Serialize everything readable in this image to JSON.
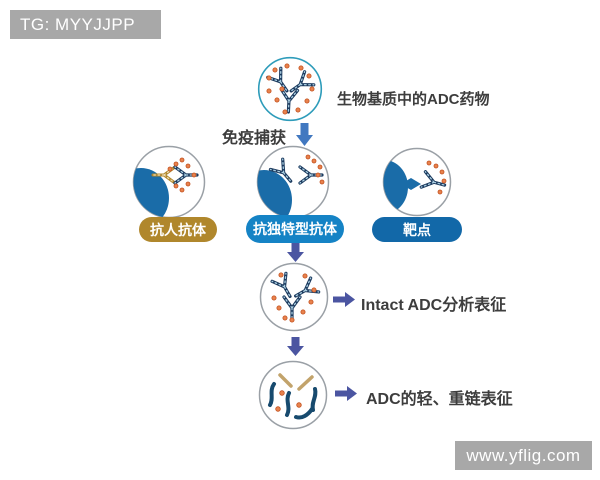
{
  "overlays": {
    "tg_label": "TG: MYYJJPP",
    "site_label": "www.yflig.com"
  },
  "diagram": {
    "sample_label": "生物基质中的ADC药物",
    "capture_label": "免疫捕获",
    "badges": [
      {
        "id": "anti-human-antibody",
        "label": "抗人抗体",
        "color": "#b0872c"
      },
      {
        "id": "anti-idiotype-antibody",
        "label": "抗独特型抗体",
        "color": "#1583c5"
      },
      {
        "id": "target",
        "label": "靶点",
        "color": "#1268a8"
      }
    ],
    "steps": [
      {
        "label": "Intact ADC分析表征"
      },
      {
        "label": "ADC的轻、重链表征"
      }
    ],
    "colors": {
      "sample_circle_border": "#2e9cba",
      "circle_border_gray": "#9aa0a6",
      "bead_blue": "#1a6ca8",
      "capture_arrow_blue": "#4178c0",
      "flow_arrow_indigo": "#4b55a1",
      "payload_orange": "#e8824d",
      "antibody_navy": "#1c3a5e",
      "light_chain_tan": "#c2a36b",
      "watermark_gray": "#a8a8a8",
      "label_text": "#3d3d3d"
    }
  }
}
